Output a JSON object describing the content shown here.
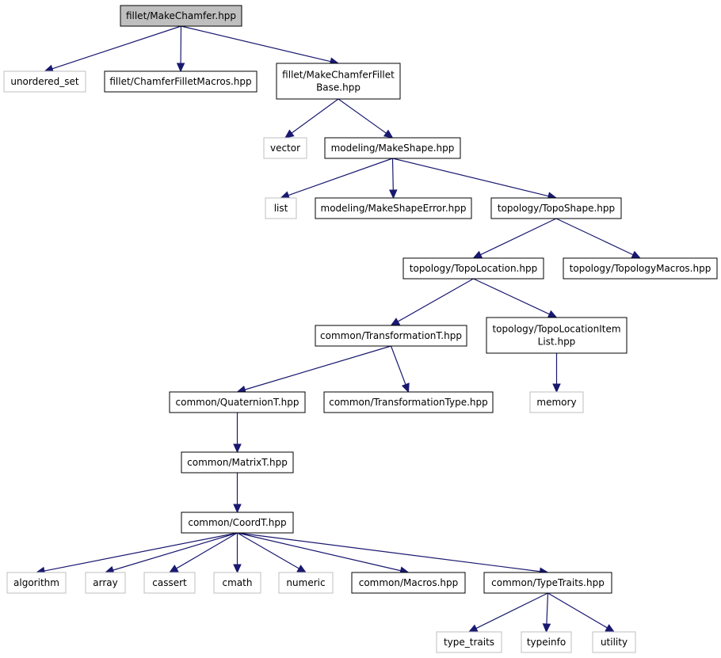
{
  "diagram": {
    "colors": {
      "edge": "#191970",
      "root_fill": "#bfbfbf",
      "internal_border": "#000000",
      "external_border": "#bfbfbf"
    },
    "nodes": [
      {
        "id": "n0",
        "lines": [
          "fillet/MakeChamfer.hpp"
        ],
        "kind": "root"
      },
      {
        "id": "n1",
        "lines": [
          "unordered_set"
        ],
        "kind": "external"
      },
      {
        "id": "n2",
        "lines": [
          "fillet/ChamferFilletMacros.hpp"
        ],
        "kind": "internal"
      },
      {
        "id": "n3",
        "lines": [
          "fillet/MakeChamferFillet",
          "Base.hpp"
        ],
        "kind": "internal"
      },
      {
        "id": "n4",
        "lines": [
          "vector"
        ],
        "kind": "external"
      },
      {
        "id": "n5",
        "lines": [
          "modeling/MakeShape.hpp"
        ],
        "kind": "internal"
      },
      {
        "id": "n6",
        "lines": [
          "list"
        ],
        "kind": "external"
      },
      {
        "id": "n7",
        "lines": [
          "modeling/MakeShapeError.hpp"
        ],
        "kind": "internal"
      },
      {
        "id": "n8",
        "lines": [
          "topology/TopoShape.hpp"
        ],
        "kind": "internal"
      },
      {
        "id": "n9",
        "lines": [
          "topology/TopoLocation.hpp"
        ],
        "kind": "internal"
      },
      {
        "id": "n10",
        "lines": [
          "topology/TopologyMacros.hpp"
        ],
        "kind": "internal"
      },
      {
        "id": "n11",
        "lines": [
          "common/TransformationT.hpp"
        ],
        "kind": "internal"
      },
      {
        "id": "n12",
        "lines": [
          "topology/TopoLocationItem",
          "List.hpp"
        ],
        "kind": "internal"
      },
      {
        "id": "n13",
        "lines": [
          "common/QuaternionT.hpp"
        ],
        "kind": "internal"
      },
      {
        "id": "n14",
        "lines": [
          "common/TransformationType.hpp"
        ],
        "kind": "internal"
      },
      {
        "id": "n15",
        "lines": [
          "memory"
        ],
        "kind": "external"
      },
      {
        "id": "n16",
        "lines": [
          "common/MatrixT.hpp"
        ],
        "kind": "internal"
      },
      {
        "id": "n17",
        "lines": [
          "common/CoordT.hpp"
        ],
        "kind": "internal"
      },
      {
        "id": "n18",
        "lines": [
          "algorithm"
        ],
        "kind": "external"
      },
      {
        "id": "n19",
        "lines": [
          "array"
        ],
        "kind": "external"
      },
      {
        "id": "n20",
        "lines": [
          "cassert"
        ],
        "kind": "external"
      },
      {
        "id": "n21",
        "lines": [
          "cmath"
        ],
        "kind": "external"
      },
      {
        "id": "n22",
        "lines": [
          "numeric"
        ],
        "kind": "external"
      },
      {
        "id": "n23",
        "lines": [
          "common/Macros.hpp"
        ],
        "kind": "internal"
      },
      {
        "id": "n24",
        "lines": [
          "common/TypeTraits.hpp"
        ],
        "kind": "internal"
      },
      {
        "id": "n25",
        "lines": [
          "type_traits"
        ],
        "kind": "external"
      },
      {
        "id": "n26",
        "lines": [
          "typeinfo"
        ],
        "kind": "external"
      },
      {
        "id": "n27",
        "lines": [
          "utility"
        ],
        "kind": "external"
      }
    ],
    "edges": [
      [
        "n0",
        "n1"
      ],
      [
        "n0",
        "n2"
      ],
      [
        "n0",
        "n3"
      ],
      [
        "n3",
        "n4"
      ],
      [
        "n3",
        "n5"
      ],
      [
        "n5",
        "n6"
      ],
      [
        "n5",
        "n7"
      ],
      [
        "n5",
        "n8"
      ],
      [
        "n8",
        "n9"
      ],
      [
        "n8",
        "n10"
      ],
      [
        "n9",
        "n11"
      ],
      [
        "n9",
        "n12"
      ],
      [
        "n11",
        "n13"
      ],
      [
        "n11",
        "n14"
      ],
      [
        "n12",
        "n15"
      ],
      [
        "n13",
        "n16"
      ],
      [
        "n16",
        "n17"
      ],
      [
        "n17",
        "n18"
      ],
      [
        "n17",
        "n19"
      ],
      [
        "n17",
        "n20"
      ],
      [
        "n17",
        "n21"
      ],
      [
        "n17",
        "n22"
      ],
      [
        "n17",
        "n23"
      ],
      [
        "n17",
        "n24"
      ],
      [
        "n24",
        "n25"
      ],
      [
        "n24",
        "n26"
      ],
      [
        "n24",
        "n27"
      ]
    ]
  }
}
